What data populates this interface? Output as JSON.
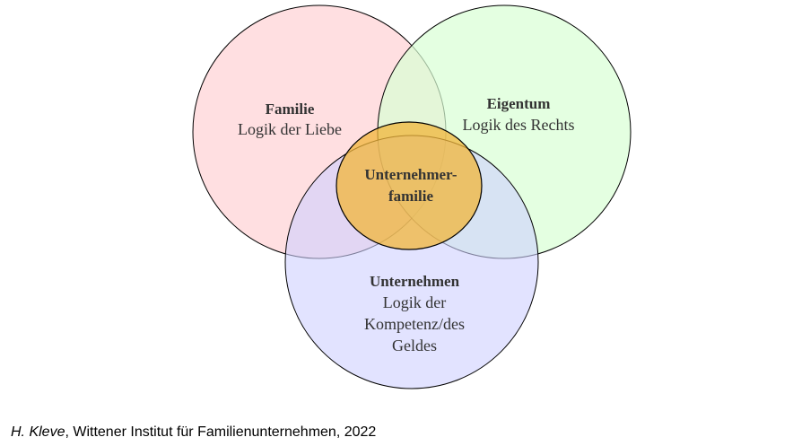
{
  "circles": {
    "familie": {
      "title": "Familie",
      "lines": [
        "Logik der Liebe"
      ],
      "fill": "#ffd9dc"
    },
    "eigentum": {
      "title": "Eigentum",
      "lines": [
        "Logik des Rechts"
      ],
      "fill": "#dcffd9"
    },
    "unternehmen": {
      "title": "Unternehmen",
      "lines": [
        "Logik der",
        "Kompetenz/des",
        "Geldes"
      ],
      "fill": "#d7d8ff"
    },
    "unternehmerfamilie": {
      "lines": [
        "Unternehmer-",
        "familie"
      ],
      "fill": "#f5b841"
    }
  },
  "credit": {
    "author": "H. Kleve",
    "rest": ", Wittener Institut für Familienunternehmen, 2022"
  }
}
